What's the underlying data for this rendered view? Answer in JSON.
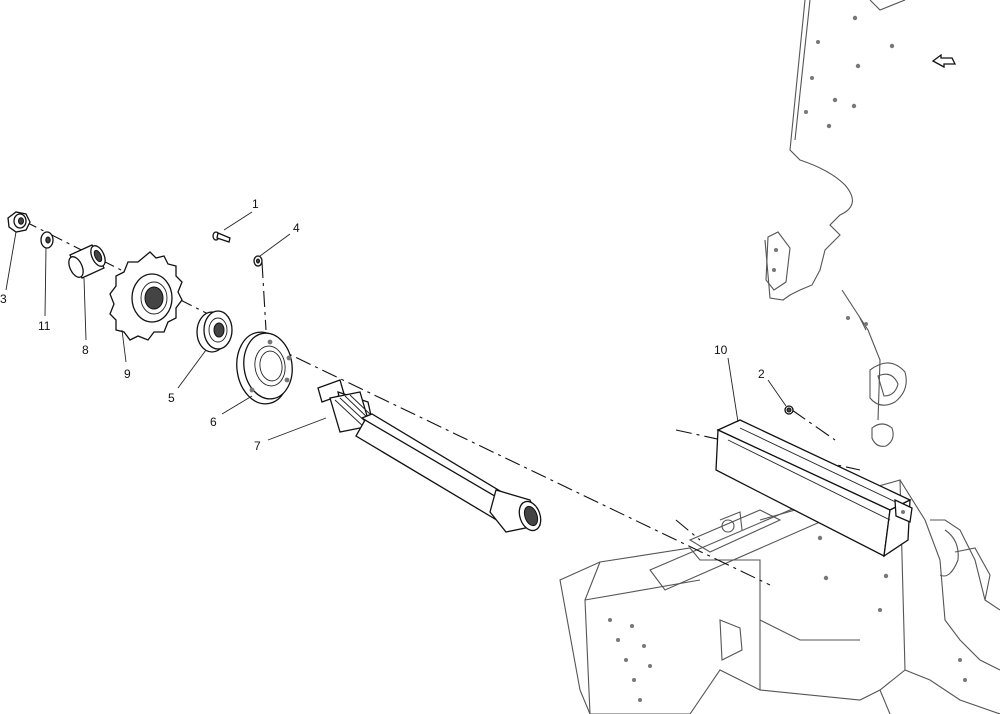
{
  "callouts": {
    "c1": "1",
    "c2": "2",
    "c3": "3",
    "c4": "4",
    "c5": "5",
    "c6": "6",
    "c7": "7",
    "c8": "8",
    "c9": "9",
    "c10": "10",
    "c11": "11"
  },
  "icons": {
    "view_arrow": "hollow-arrow-icon"
  }
}
